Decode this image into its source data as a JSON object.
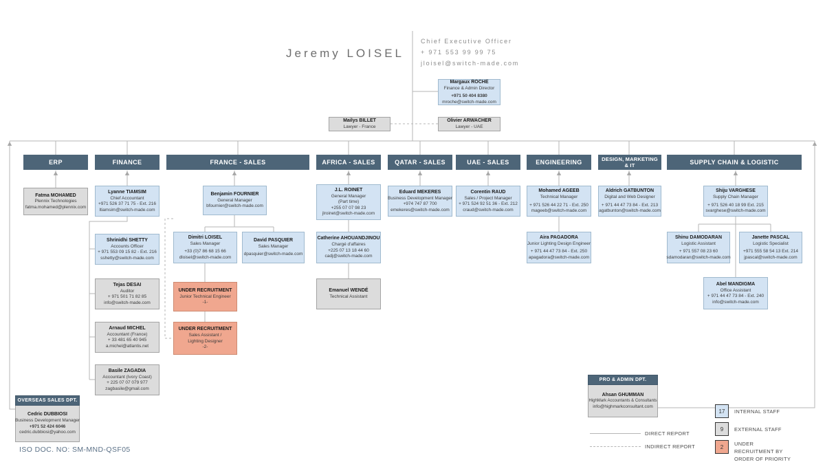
{
  "ceo": {
    "name": "Jeremy LOISEL",
    "title": "Chief Executive Officer",
    "phone": "+ 971 553 99 99 75",
    "email": "jloisel@switch-made.com"
  },
  "departments": [
    {
      "label": "ERP"
    },
    {
      "label": "FINANCE"
    },
    {
      "label": "FRANCE - SALES"
    },
    {
      "label": "AFRICA - SALES"
    },
    {
      "label": "QATAR - SALES"
    },
    {
      "label": "UAE - SALES"
    },
    {
      "label": "ENGINEERING"
    },
    {
      "label": "DESIGN, MARKETING & IT"
    },
    {
      "label": "SUPPLY CHAIN & LOGISTIC"
    }
  ],
  "people": {
    "margaux": {
      "name": "Margaux ROCHE",
      "role": "Finance & Admin Director",
      "phone": "+971 50 404 8380",
      "email": "mroche@switch-made.com"
    },
    "mailys": {
      "name": "Mailys BILLET",
      "role": "Lawyer - France"
    },
    "olivier": {
      "name": "Olivier ARWACHER",
      "role": "Lawyer - UAE"
    },
    "fatma": {
      "name": "Fatma MOHAMED",
      "role": "Plennix Technologies",
      "email": "fatma.mohamed@plennix.com"
    },
    "lyanne": {
      "name": "Lyanne TIAMSIM",
      "role": "Chief Accountant",
      "phone": "+971 526 37 71 75 - Ext. 216",
      "email": "ltiamsim@switch-made.com"
    },
    "shrinidhi": {
      "name": "Shrinidhi SHETTY",
      "role": "Accounts Officer",
      "phone": "+ 971 553 09 15 82 - Ext. 216",
      "email": "sshetty@switch-made.com"
    },
    "tejas": {
      "name": "Tejas DESAI",
      "role": "Auditor",
      "phone": "+ 971 501 71 82 85",
      "email": "info@switch-made.com"
    },
    "arnaud": {
      "name": "Arnaud MICHEL",
      "role": "Accountant (France)",
      "phone": "+ 33 481 65 40 945",
      "email": "a.michel@atlantis.net"
    },
    "basile": {
      "name": "Basile ZAGADIA",
      "role": "Accountant (Ivory Coast)",
      "phone": "+ 225 07 07 079 977",
      "email": "zagbasile@gmail.com"
    },
    "benjamin": {
      "name": "Benjamin FOURNIER",
      "role": "General Manager",
      "email": "bfournier@switch-made.com"
    },
    "dimitri": {
      "name": "Dimitri LOISEL",
      "role": "Sales Manager",
      "phone": "+33 (0)7 86 68 15 66",
      "email": "dloisel@switch-made.com"
    },
    "david": {
      "name": "David PASQUIER",
      "role": "Sales Manager",
      "email": "dpasquier@switch-made.com"
    },
    "ur1": {
      "name": "UNDER RECRUITMENT",
      "role": "Junior Technical Engineer",
      "num": "-1-"
    },
    "ur2": {
      "name": "UNDER RECRUITMENT",
      "role": "Sales Assistant /",
      "role2": "Lighting Designer",
      "num": "-2-"
    },
    "jlroinet": {
      "name": "J.L. ROINET",
      "role": "General Manager",
      "role2": "(Part time)",
      "phone": "+255 07 07 98 23",
      "email": "jlroinet@switch-made.com"
    },
    "catherine": {
      "name": "Catherine AHOUANDJINOU",
      "role": "Chargé d'affaires",
      "phone": "+225 07 13 18 44 60",
      "email": "cadj@switch-made.com"
    },
    "emanuel": {
      "name": "Emanuel WENDÉ",
      "role": "Technical Assistant"
    },
    "eduard": {
      "name": "Eduard MEKERES",
      "role": "Business Development Manager",
      "phone": "+974 747 87 700",
      "email": "emekeres@switch-made.com"
    },
    "corentin": {
      "name": "Corentin RAUD",
      "role": "Sales / Project Manager",
      "phone": "+ 971 524 92 51 36 - Ext. 212",
      "email": "craud@switch-made.com"
    },
    "mohamed": {
      "name": "Mohamed AGEEB",
      "role": "Technical Manager",
      "phone": "+ 971 526 44 22 71 - Ext. 250",
      "email": "mageeb@switch-made.com"
    },
    "aira": {
      "name": "Aira PAGADORA",
      "role": "Junior Lighting Design Engineer",
      "phone": "+ 971 44 47 73 84 - Ext. 250",
      "email": "apagadora@switch-made.com"
    },
    "aldrich": {
      "name": "Aldrich GATBUNTON",
      "role": "Digital and Web Designer",
      "phone": "+ 971 44 47 73 84 - Ext. 213",
      "email": "agatbunton@switch-made.com"
    },
    "shiju": {
      "name": "Shiju VARGHESE",
      "role": "Supply Chain Manager",
      "phone": "+ 971 526 40 18 99  Ext. 215",
      "email": "svarghese@switch-made.com"
    },
    "shinu": {
      "name": "Shinu DAMODARAN",
      "role": "Logistic Assistant",
      "phone": "+ 971 557 08 23 60",
      "email": "sdamodaran@switch-made.com"
    },
    "janette": {
      "name": "Janette PASCAL",
      "role": "Logistic Specialist",
      "phone": "+971 555 58 54 13  Ext. 214",
      "email": "jpascal@switch-made.com"
    },
    "abel": {
      "name": "Abel MANDIGMA",
      "role": "Office Assistant",
      "phone": "+ 971 44 47 73 84 - Ext. 240",
      "email": "info@switch-made.com"
    },
    "cedric": {
      "name": "Cedric DUBBIOSI",
      "role": "Business Development Manager",
      "phone": "+971 52 424 6046",
      "email": "cedric.dubbiosi@yahoo.com"
    },
    "ahsan": {
      "name": "Ahsan GHUMMAN",
      "role": "HighMark Accountants & Consultants",
      "email": "info@highmarkconsultant.com"
    }
  },
  "side_depts": {
    "overseas": {
      "title": "OVERSEAS SALES DPT."
    },
    "pro_admin": {
      "title": "PRO & ADMIN DPT."
    }
  },
  "legend": {
    "direct_label": "DIRECT REPORT",
    "indirect_label": "INDIRECT REPORT",
    "internal": {
      "count": "17",
      "label": "INTERNAL STAFF"
    },
    "external": {
      "count": "9",
      "label": "EXTERNAL STAFF"
    },
    "recruitment": {
      "count": "2",
      "label": "UNDER RECRUITMENT BY ORDER OF PRIORITY"
    }
  },
  "footer": {
    "iso_doc": "ISO DOC. NO: SM-MND-QSF05"
  },
  "colors": {
    "internal_fill": "#d3e3f3",
    "external_fill": "#dcdcdc",
    "recruitment_fill": "#f0a78f",
    "dept_header": "#4d6578",
    "connector": "#b5b5b5"
  }
}
